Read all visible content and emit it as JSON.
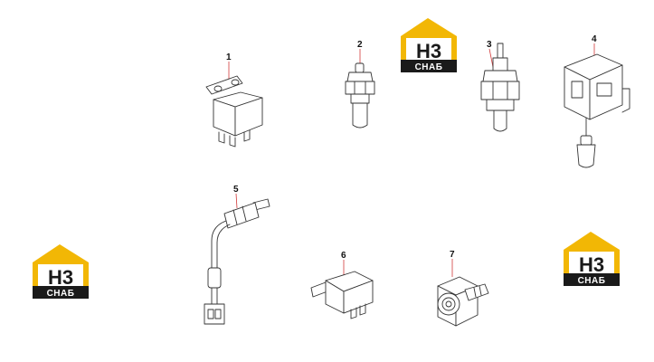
{
  "diagram": {
    "parts": [
      {
        "number": "1"
      },
      {
        "number": "2"
      },
      {
        "number": "3"
      },
      {
        "number": "4"
      },
      {
        "number": "5"
      },
      {
        "number": "6"
      },
      {
        "number": "7"
      }
    ]
  },
  "watermark": {
    "top_text": "H3",
    "bottom_text": "СНАБ",
    "accent_color": "#f2b705",
    "dark_color": "#1a1a1a"
  }
}
